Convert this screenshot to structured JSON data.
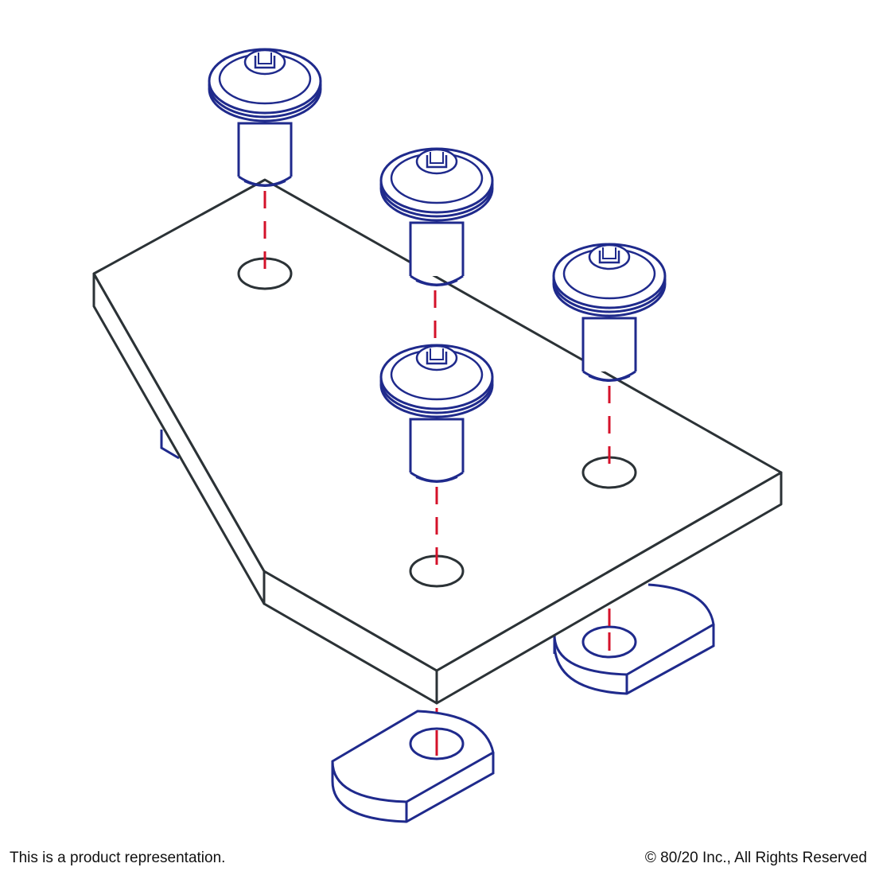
{
  "footer": {
    "disclaimer": "This is a product representation.",
    "copyright": "© 80/20 Inc., All Rights Reserved"
  },
  "colors": {
    "plate": "#2b3236",
    "hardware": "#1f2a8c",
    "guide": "#d4122a",
    "background": "#ffffff"
  },
  "parts": {
    "plate": "plate-outline",
    "bolts": 4,
    "t_nuts_visible": 3
  }
}
